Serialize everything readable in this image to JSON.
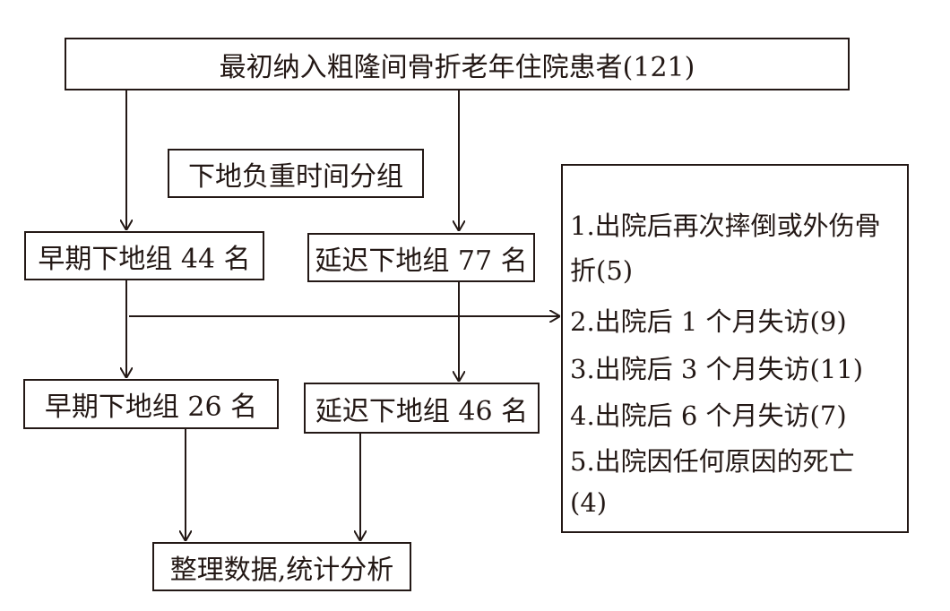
{
  "flow": {
    "top": "最初纳入粗隆间骨折老年住院患者(121)",
    "grouping": "下地负重时间分组",
    "early_1": "早期下地组 44 名",
    "delayed_1": "延迟下地组 77 名",
    "early_2": "早期下地组 26 名",
    "delayed_2": "延迟下地组 46 名",
    "final": "整理数据,统计分析"
  },
  "exclusions": {
    "line1": "1.出院后再次摔倒或外伤骨",
    "line2": "折(5)",
    "line3": "2.出院后 1 个月失访(9)",
    "line4": "3.出院后 3 个月失访(11)",
    "line5": "4.出院后 6 个月失访(7)",
    "line6": "5.出院因任何原因的死亡",
    "line7": "(4)"
  }
}
